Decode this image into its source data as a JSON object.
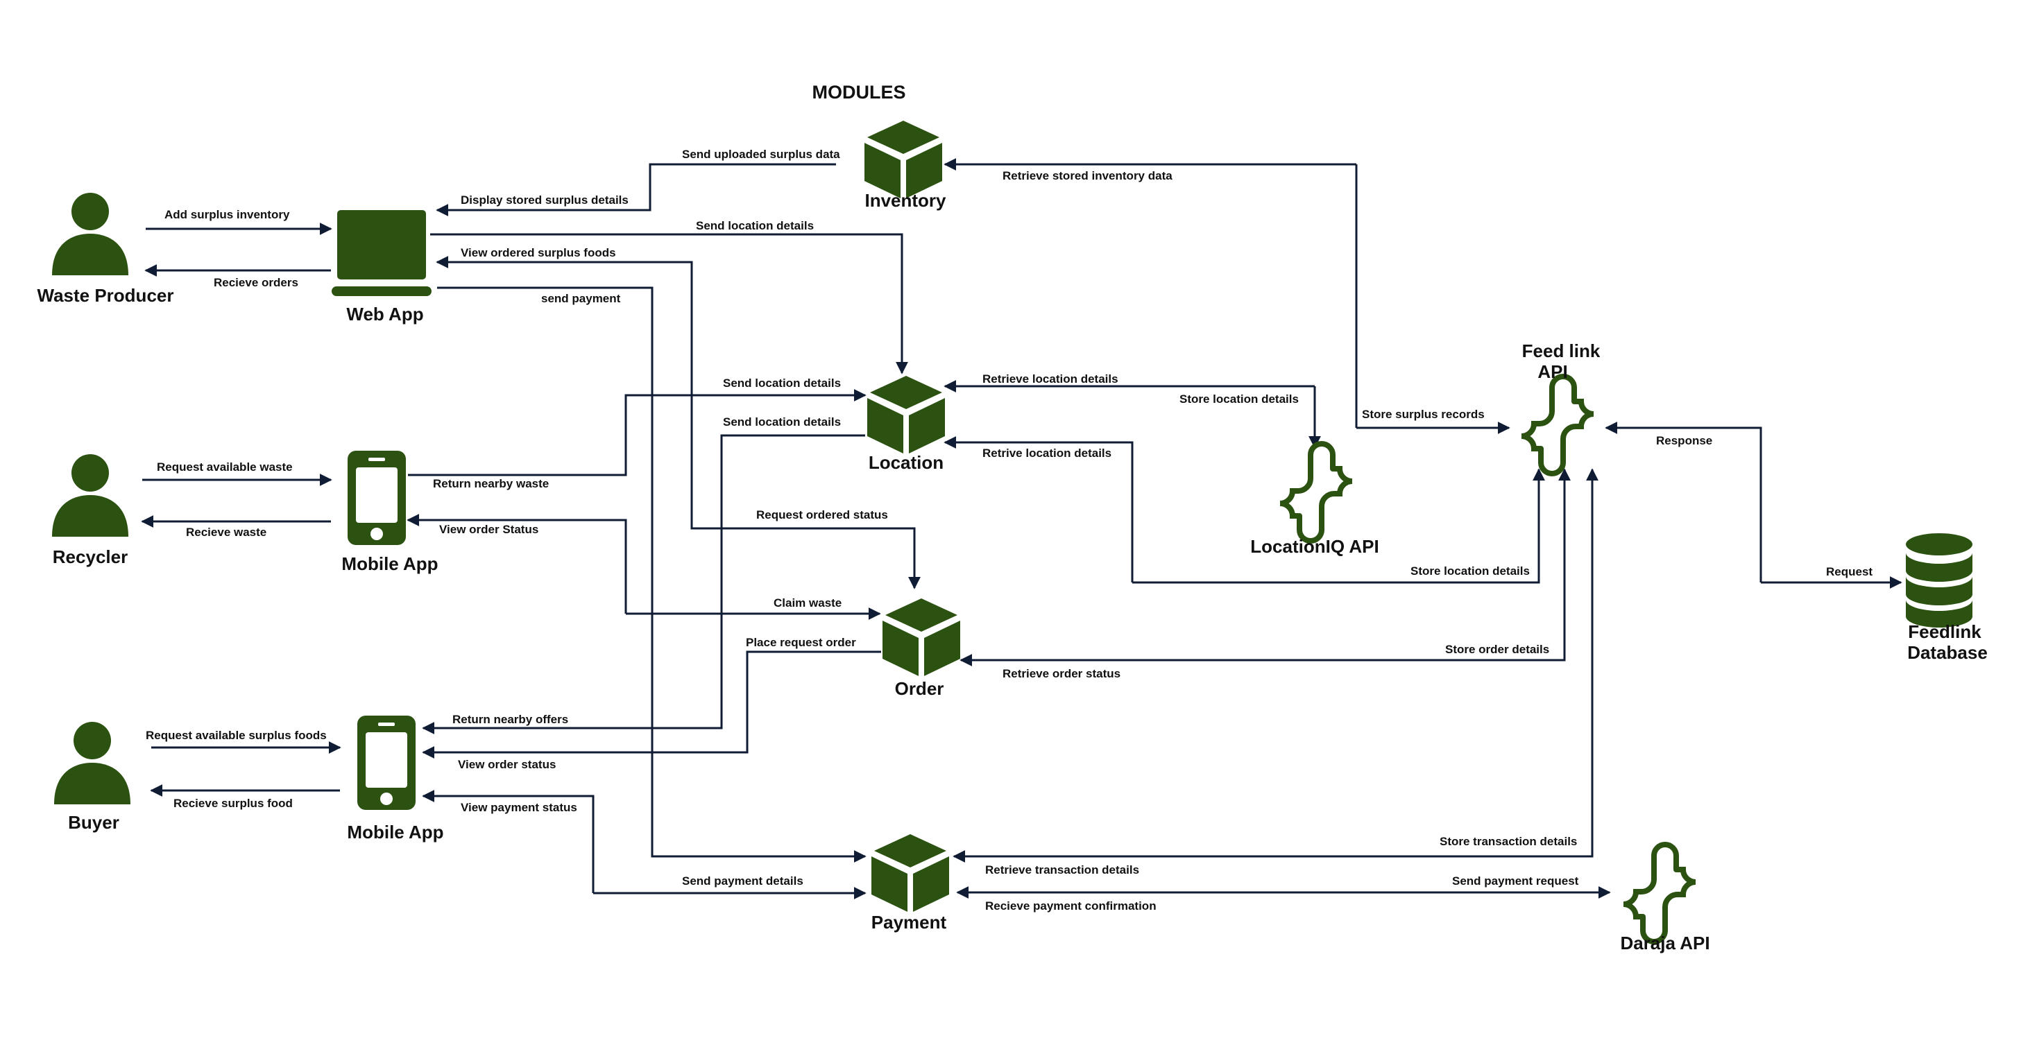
{
  "diagram": {
    "title": "MODULES",
    "colors": {
      "node": "#2c5211",
      "edge": "#0f1c33",
      "text": "#111111",
      "background": "#ffffff"
    },
    "nodes": {
      "waste_producer": {
        "label": "Waste Producer",
        "icon": "person-icon"
      },
      "recycler": {
        "label": "Recycler",
        "icon": "person-icon"
      },
      "buyer": {
        "label": "Buyer",
        "icon": "person-icon"
      },
      "web_app": {
        "label": "Web App",
        "icon": "laptop-icon"
      },
      "mobile_app_recycler": {
        "label": "Mobile App",
        "icon": "phone-icon"
      },
      "mobile_app_buyer": {
        "label": "Mobile App",
        "icon": "phone-icon"
      },
      "inventory": {
        "label": "Inventory",
        "icon": "cube-icon"
      },
      "location": {
        "label": "Location",
        "icon": "cube-icon"
      },
      "order": {
        "label": "Order",
        "icon": "cube-icon"
      },
      "payment": {
        "label": "Payment",
        "icon": "cube-icon"
      },
      "locationiq_api": {
        "label": "LocationIQ API",
        "icon": "api-link-icon"
      },
      "feedlink_api": {
        "label_line1": "Feed link",
        "label_line2": "API",
        "icon": "api-link-icon"
      },
      "daraja_api": {
        "label": "Daraja API",
        "icon": "api-link-icon"
      },
      "feedlink_database": {
        "label_line1": "Feedlink",
        "label_line2": "Database",
        "icon": "database-icon"
      }
    },
    "edges": {
      "add_surplus_inventory": "Add  surplus inventory",
      "recieve_orders": "Recieve orders",
      "display_stored_surplus": "Display stored surplus details",
      "send_uploaded_surplus": "Send uploaded surplus data",
      "retrieve_stored_inventory": "Retrieve stored inventory data",
      "web_send_location": "Send location details",
      "view_ordered_surplus": "View ordered  surplus foods",
      "send_payment": "send payment",
      "recycler_send_location": "Send location details",
      "buyer_send_location": "Send location details",
      "retrieve_location": "Retrieve location details",
      "store_location_iq": "Store location details",
      "retrive_location": "Retrive location details",
      "store_location_feedlink": "Store location details",
      "store_surplus_records": "Store surplus records",
      "response": "Response",
      "request": "Request",
      "request_available_waste": "Request available waste",
      "recieve_waste": "Recieve waste",
      "return_nearby_waste": "Return nearby waste",
      "view_order_status_recycler": "View order Status",
      "request_ordered_status": "Request ordered status",
      "claim_waste": "Claim waste",
      "place_request_order": "Place request order",
      "store_order_details": "Store  order details",
      "retrieve_order_status": "Retrieve order status",
      "request_available_surplus_foods": "Request available surplus foods",
      "recieve_surplus_food": "Recieve surplus food",
      "return_nearby_offers": "Return nearby offers",
      "view_order_status_buyer": "View order status",
      "view_payment_status": "View payment status",
      "send_payment_details": "Send payment details",
      "retrieve_transaction": "Retrieve transaction details",
      "recieve_payment_confirmation": "Recieve payment confirmation",
      "store_transaction": "Store transaction details",
      "send_payment_request": "Send payment request"
    }
  }
}
